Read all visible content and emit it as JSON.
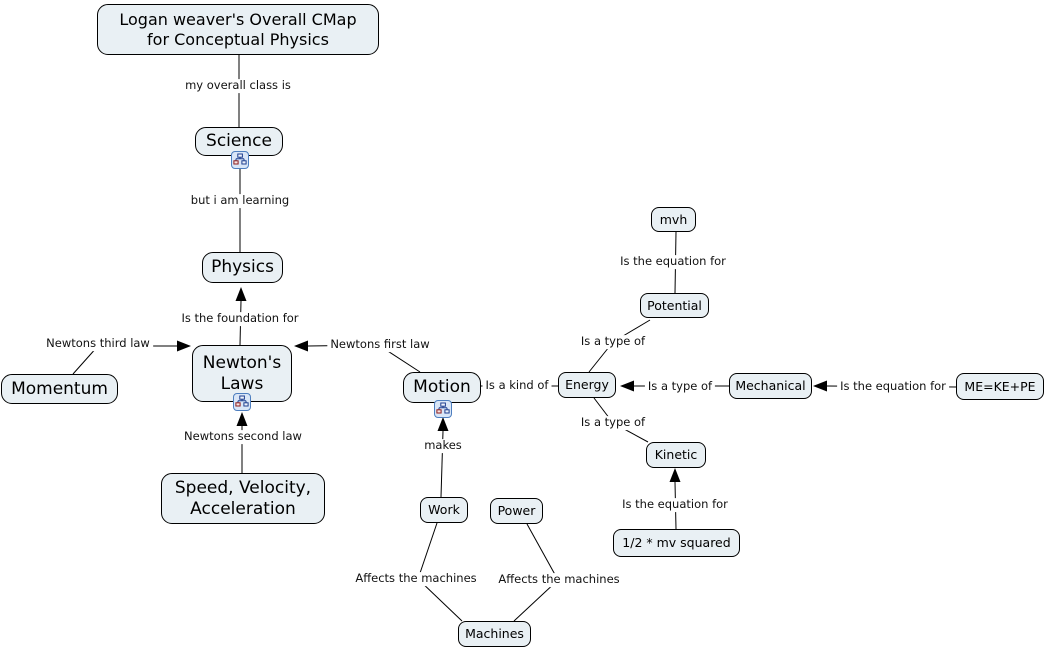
{
  "nodes": {
    "title": {
      "label": "Logan weaver's Overall CMap\nfor Conceptual Physics"
    },
    "science": {
      "label": "Science"
    },
    "physics": {
      "label": "Physics"
    },
    "newtons_laws": {
      "label": "Newton's\nLaws"
    },
    "momentum": {
      "label": "Momentum"
    },
    "motion": {
      "label": "Motion"
    },
    "speed_velocity_acceleration": {
      "label": "Speed, Velocity,\nAcceleration"
    },
    "work": {
      "label": "Work"
    },
    "power": {
      "label": "Power"
    },
    "machines": {
      "label": "Machines"
    },
    "energy": {
      "label": "Energy"
    },
    "potential": {
      "label": "Potential"
    },
    "kinetic": {
      "label": "Kinetic"
    },
    "mechanical": {
      "label": "Mechanical"
    },
    "mvh": {
      "label": "mvh"
    },
    "half_mv_squared": {
      "label": "1/2 * mv squared"
    },
    "me_ke_pe": {
      "label": "ME=KE+PE"
    }
  },
  "links": {
    "my_overall_class_is": {
      "label": "my overall class is"
    },
    "but_i_am_learning": {
      "label": "but i am learning"
    },
    "is_the_foundation_for": {
      "label": "Is the foundation for"
    },
    "newtons_third_law": {
      "label": "Newtons third law"
    },
    "newtons_first_law": {
      "label": "Newtons first law"
    },
    "newtons_second_law": {
      "label": "Newtons second law"
    },
    "makes": {
      "label": "makes"
    },
    "is_a_kind_of": {
      "label": "Is a kind of"
    },
    "is_a_type_of_potential": {
      "label": "Is a type of"
    },
    "is_a_type_of_mechanical": {
      "label": "Is a type of"
    },
    "is_a_type_of_kinetic": {
      "label": "Is a type of"
    },
    "is_the_equation_for_potential": {
      "label": "Is the equation for"
    },
    "is_the_equation_for_kinetic": {
      "label": "Is the equation for"
    },
    "is_the_equation_for_mechanical": {
      "label": "Is the equation for"
    },
    "affects_the_machines_work": {
      "label": "Affects the machines"
    },
    "affects_the_machines_power": {
      "label": "Affects the machines"
    }
  },
  "icons": {
    "submap": "linked-concept-map-icon"
  },
  "colors": {
    "background": "#ffffff",
    "node_fill": "#e9f0f4",
    "node_border": "#000000",
    "line": "#000000",
    "submap_icon_fill": "#d9e6f7",
    "submap_icon_border": "#4d7ebf",
    "submap_glyph_blue": "#1d3e8f",
    "submap_glyph_red": "#8f1d1d"
  }
}
